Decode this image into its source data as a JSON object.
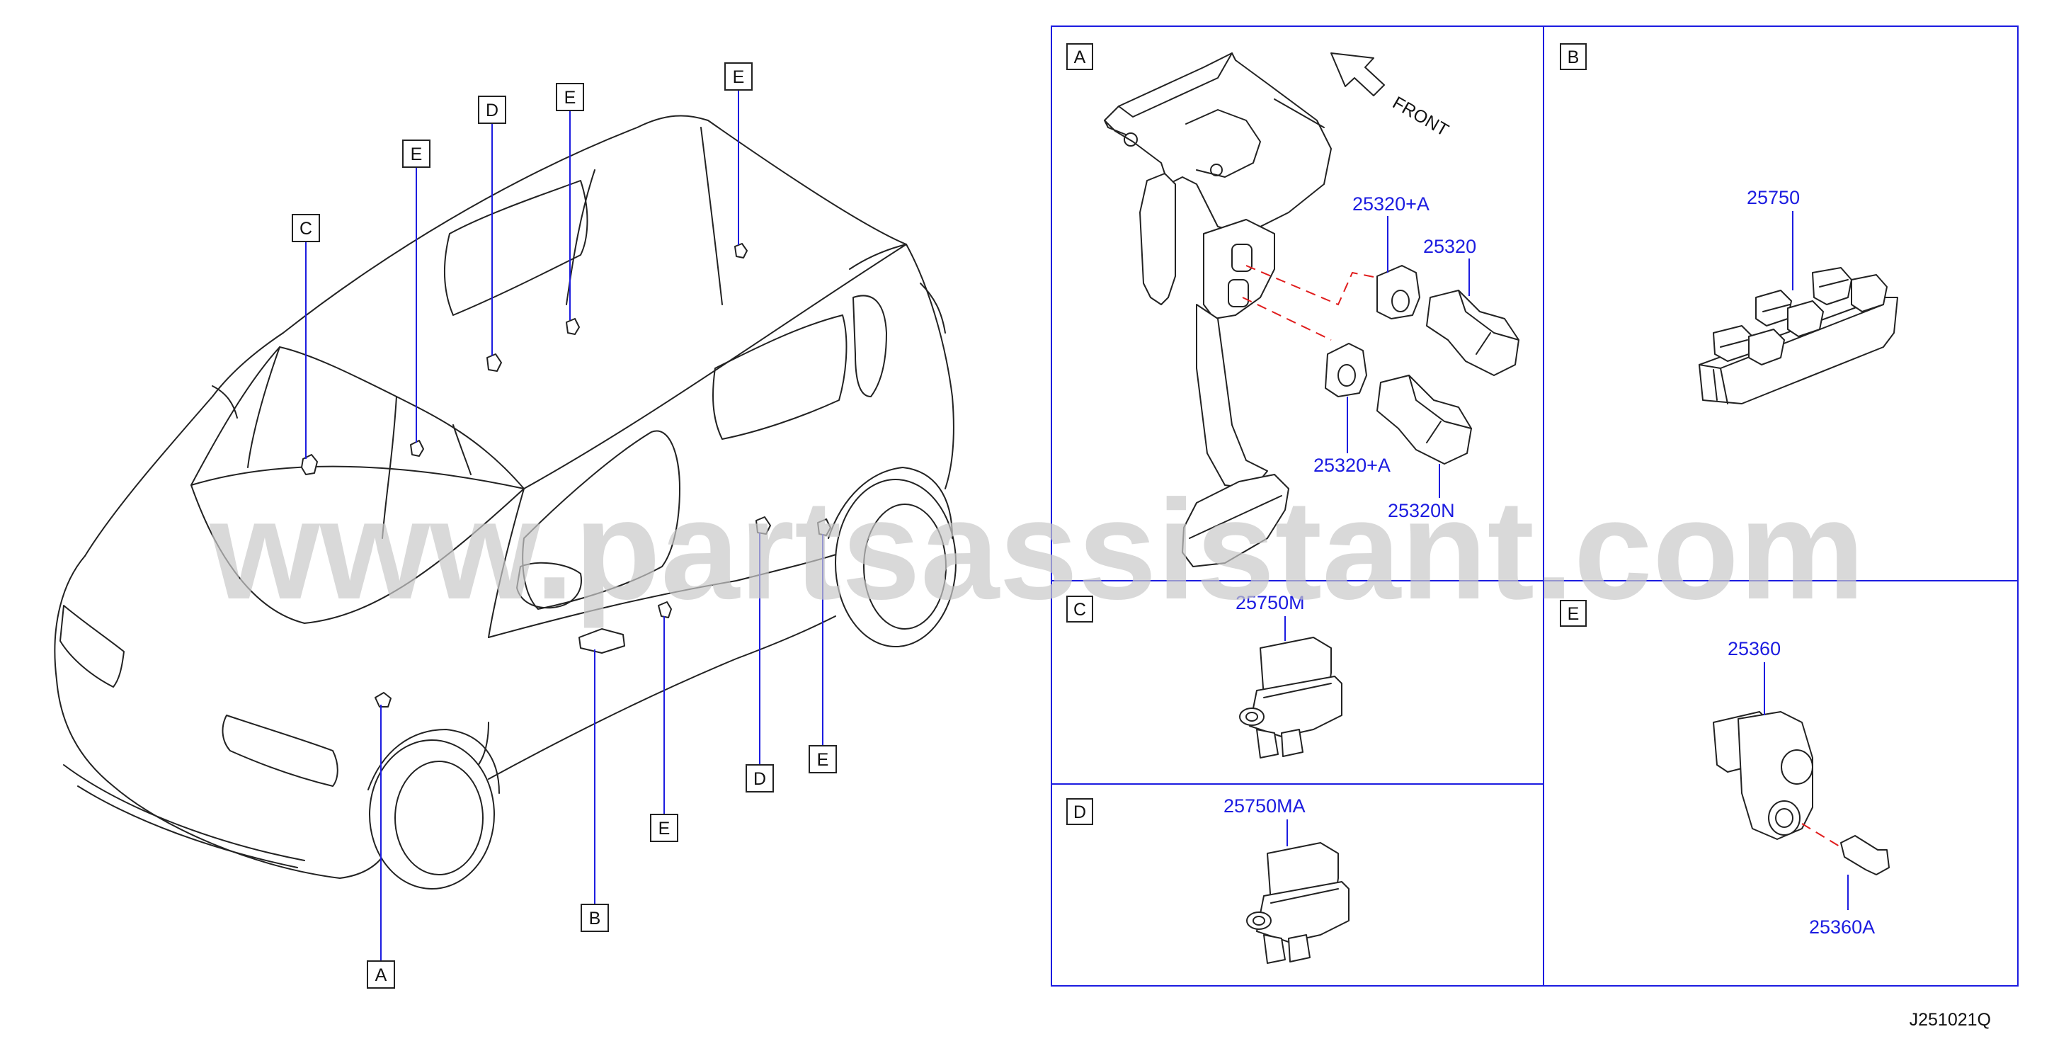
{
  "watermark": "www.partsassistant.com",
  "diagram_code": "J251021Q",
  "front_label": "FRONT",
  "panel_labels": {
    "a": "A",
    "b": "B",
    "c": "C",
    "d": "D",
    "e": "E"
  },
  "car_callouts": [
    {
      "id": "c1",
      "text": "C"
    },
    {
      "id": "e1",
      "text": "E"
    },
    {
      "id": "d1",
      "text": "D"
    },
    {
      "id": "e2",
      "text": "E"
    },
    {
      "id": "e3",
      "text": "E"
    },
    {
      "id": "a1",
      "text": "A"
    },
    {
      "id": "b1",
      "text": "B"
    },
    {
      "id": "e4",
      "text": "E"
    },
    {
      "id": "d2",
      "text": "D"
    },
    {
      "id": "e5",
      "text": "E"
    }
  ],
  "parts": {
    "p25320a_top": "25320+A",
    "p25320": "25320",
    "p25320a_bottom": "25320+A",
    "p25320n": "25320N",
    "p25750": "25750",
    "p25750m": "25750M",
    "p25750ma": "25750MA",
    "p25360": "25360",
    "p25360a": "25360A"
  }
}
